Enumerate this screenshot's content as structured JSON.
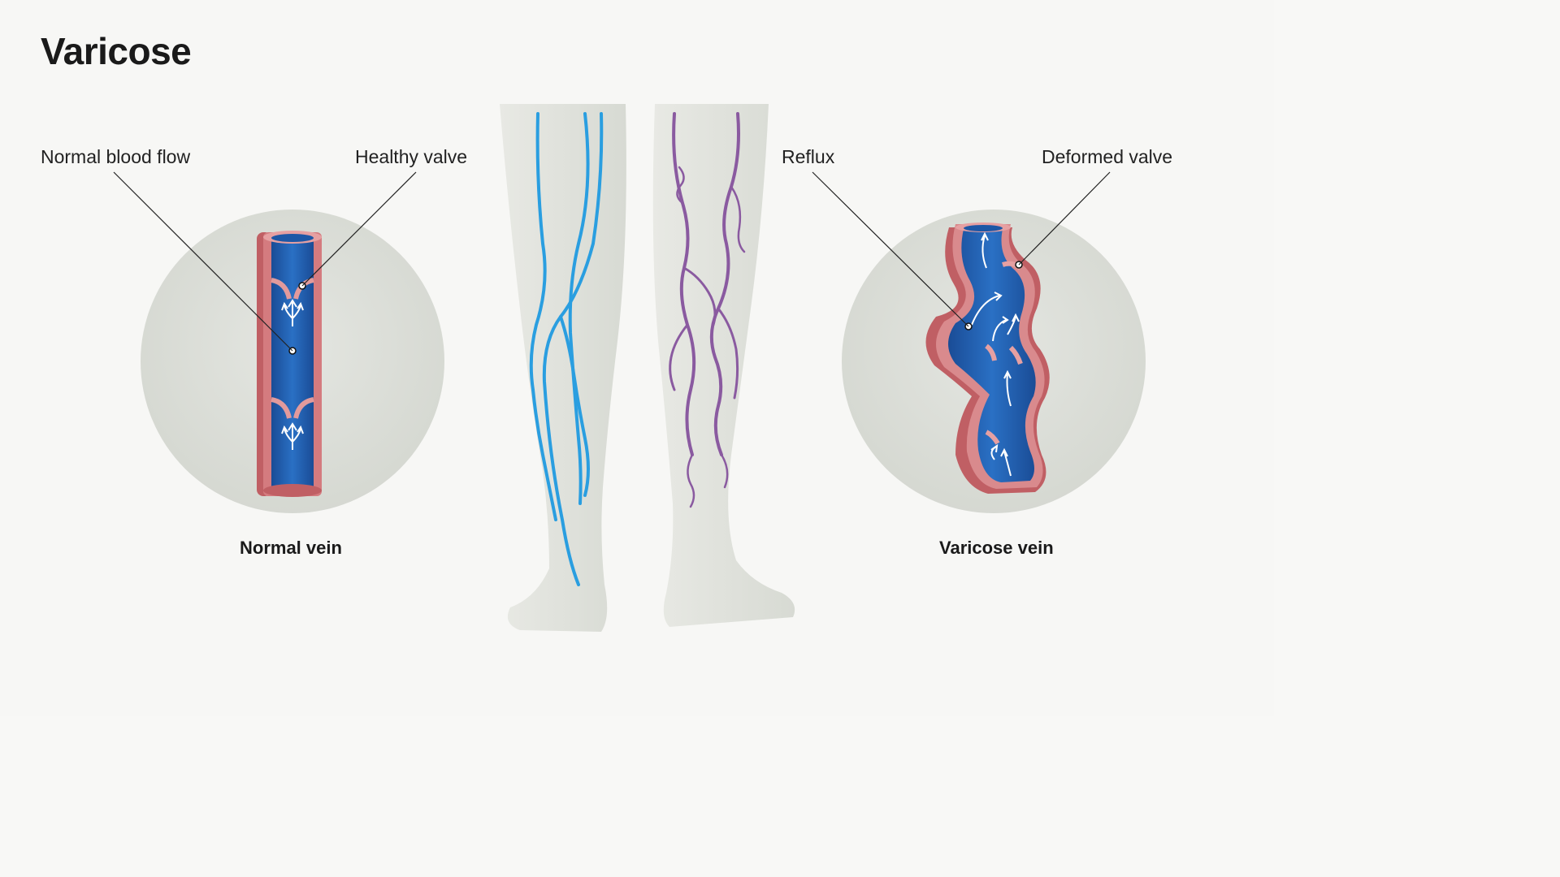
{
  "title": "Varicose",
  "normal": {
    "label_flow": "Normal blood flow",
    "label_valve": "Healthy valve",
    "caption": "Normal vein"
  },
  "varicose": {
    "label_reflux": "Reflux",
    "label_valve": "Deformed valve",
    "caption": "Varicose vein"
  },
  "colors": {
    "vein_wall": "#c86a6e",
    "vein_wall_light": "#e2989a",
    "blood": "#1f5aa8",
    "blood_light": "#2f7fd0",
    "healthy_vein_line": "#2a9ee0",
    "varicose_vein_line": "#8a5aa0",
    "leg": "#e4e6e0",
    "circle_bg": "#dfe2dc"
  }
}
